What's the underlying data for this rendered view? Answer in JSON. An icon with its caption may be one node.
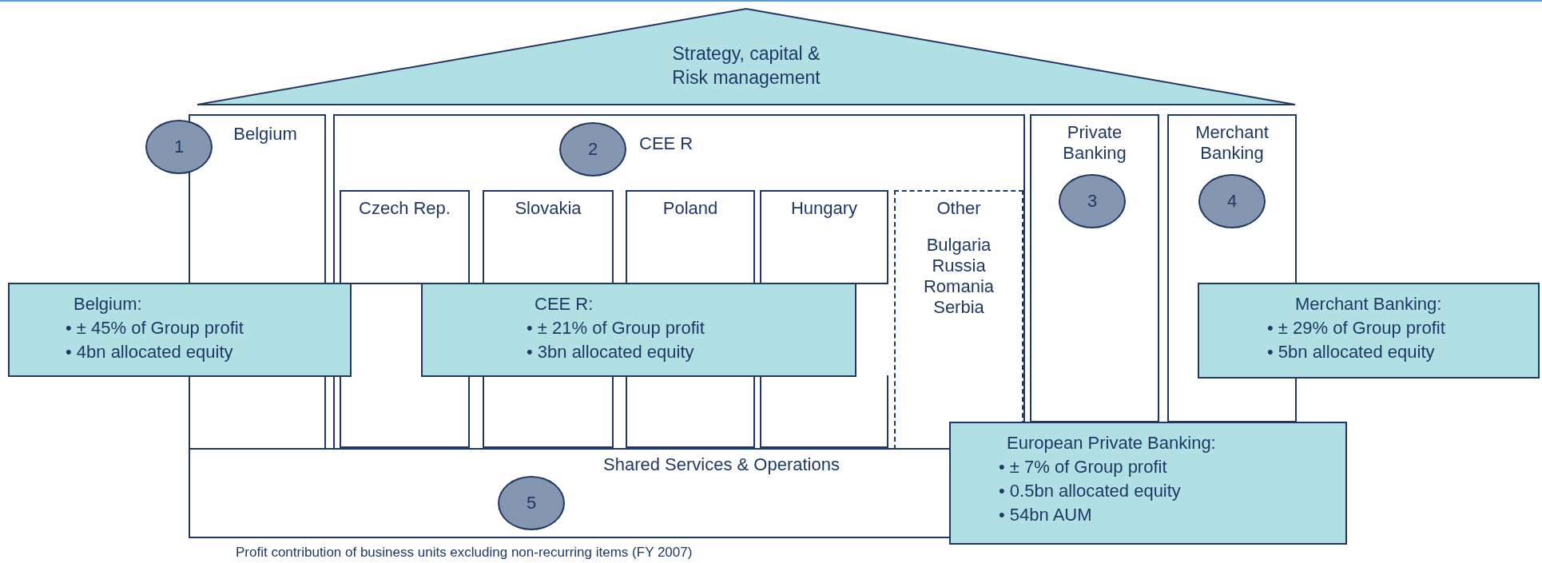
{
  "diagram": {
    "caption": "Profit contribution of business units excluding non-recurring items (FY 2007)",
    "nodes": [
      {
        "text": [
          "Strategy, capital & Risk management"
        ]
      },
      {
        "text": [
          "Belgium"
        ]
      },
      {
        "text": [
          "1"
        ]
      },
      {
        "text": [
          "CEE R"
        ]
      },
      {
        "text": [
          "2"
        ],
        "in": 3
      },
      {
        "text": [
          "Private Banking"
        ]
      },
      {
        "text": [
          "3"
        ],
        "in": 5
      },
      {
        "text": [
          "Merchant Banking"
        ]
      },
      {
        "text": [
          "4"
        ],
        "in": 7
      },
      {
        "text": [
          "Czech Rep."
        ],
        "in": 3
      },
      {
        "text": [
          "Slovakia"
        ],
        "in": 3
      },
      {
        "text": [
          "Poland"
        ],
        "in": 3
      },
      {
        "text": [
          "Hungary"
        ],
        "in": 3
      },
      {
        "text": [
          "Other",
          "Bulgaria Russia Romania Serbia"
        ],
        "in": 3
      },
      {
        "text": [
          "Belgium:",
          "• ± 45% of Group profit",
          "• 4bn allocated equity"
        ]
      },
      {
        "text": [
          "CEE R:",
          "• ± 21% of Group profit",
          "• 3bn allocated equity"
        ],
        "in": 3
      },
      {
        "text": [
          "Merchant Banking:",
          "• ± 29% of Group profit",
          "• 5bn allocated equity"
        ]
      },
      {
        "text": [
          "Shared Services & Operations"
        ]
      },
      {
        "text": [
          "5"
        ],
        "in": 17
      },
      {
        "text": [
          "European Private Banking:",
          "• ± 7% of Group profit",
          "• 0.5bn allocated equity",
          "• 54bn AUM"
        ]
      }
    ]
  }
}
